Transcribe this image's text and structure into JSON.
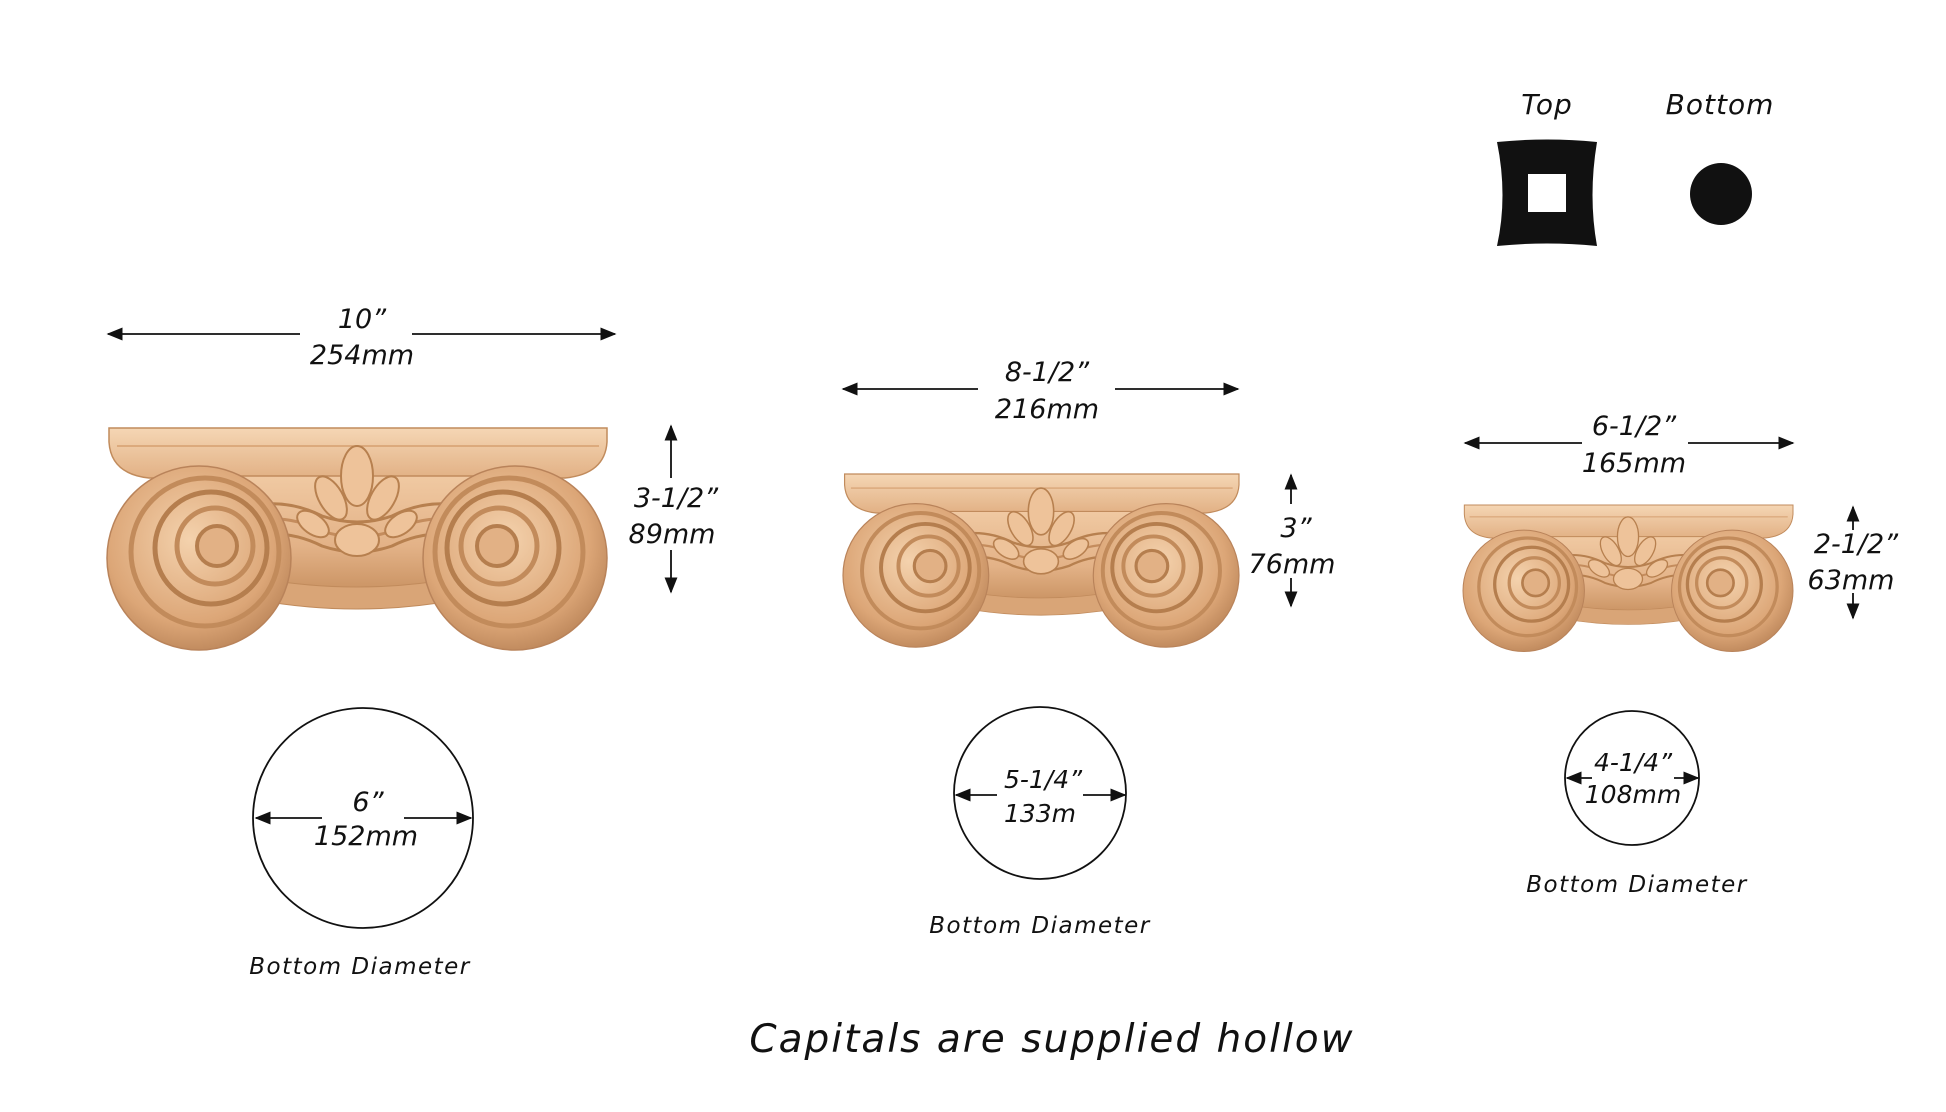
{
  "legend": {
    "top_label": "Top",
    "bottom_label": "Bottom"
  },
  "capitals": [
    {
      "width_in": "10”",
      "width_mm": "254mm",
      "height_in": "3-1/2”",
      "height_mm": "89mm",
      "diameter_in": "6”",
      "diameter_mm": "152mm",
      "diameter_caption": "Bottom Diameter"
    },
    {
      "width_in": "8-1/2”",
      "width_mm": "216mm",
      "height_in": "3”",
      "height_mm": "76mm",
      "diameter_in": "5-1/4”",
      "diameter_mm": "133m",
      "diameter_caption": "Bottom Diameter"
    },
    {
      "width_in": "6-1/2”",
      "width_mm": "165mm",
      "height_in": "2-1/2”",
      "height_mm": "63mm",
      "diameter_in": "4-1/4”",
      "diameter_mm": "108mm",
      "diameter_caption": "Bottom Diameter"
    }
  ],
  "footer": {
    "note": "Capitals are supplied hollow"
  },
  "colors": {
    "wood_light": "#f0c9a2",
    "wood_mid": "#deab7e",
    "wood_dark": "#b98357",
    "ink": "#111111"
  }
}
